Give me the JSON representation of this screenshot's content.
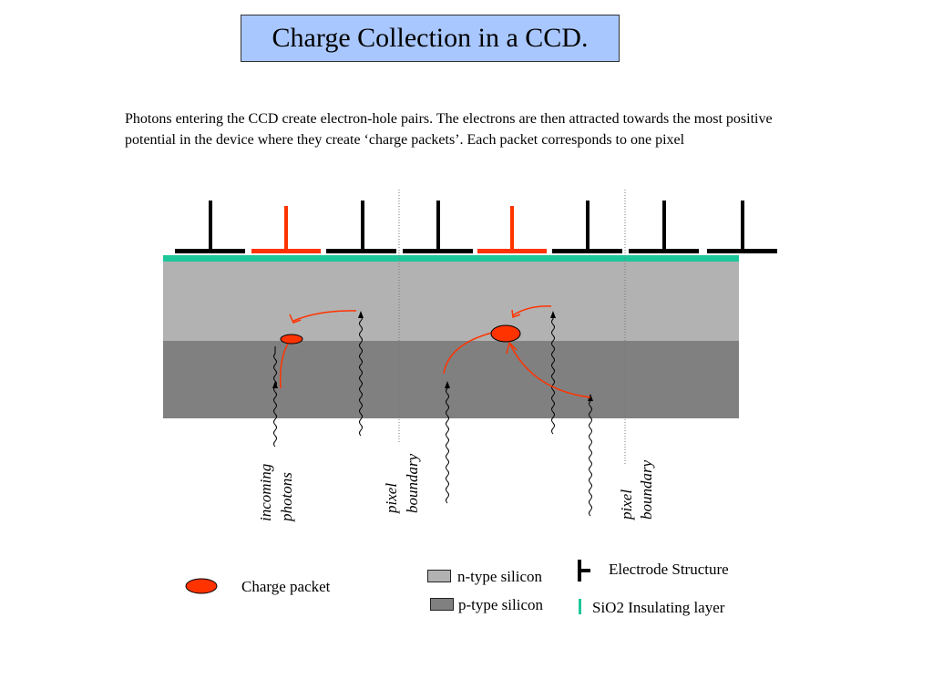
{
  "title": "Charge Collection in a CCD.",
  "intro": "Photons entering the CCD create electron-hole pairs. The electrons are then attracted towards the most positive potential in the device where they create ‘charge packets’. Each packet corresponds to one pixel",
  "labels": {
    "incoming_photons": [
      "incoming",
      "photons"
    ],
    "pixel_boundary_1": [
      "pixel",
      "boundary"
    ],
    "pixel_boundary_2": [
      "pixel",
      "boundary"
    ]
  },
  "legend": {
    "charge_packet": "Charge packet",
    "n_type": "n-type silicon",
    "p_type": "p-type silicon",
    "electrode": "Electrode Structure",
    "sio2": "SiO2 Insulating layer"
  },
  "colors": {
    "title_bg": "#a9c7ff",
    "n_type": "#b2b2b2",
    "p_type": "#808080",
    "sio2": "#1ec79a",
    "electrode": "#000000",
    "active_electrode": "#ff3300",
    "charge": "#ff3300",
    "arrow": "#ff3300"
  }
}
